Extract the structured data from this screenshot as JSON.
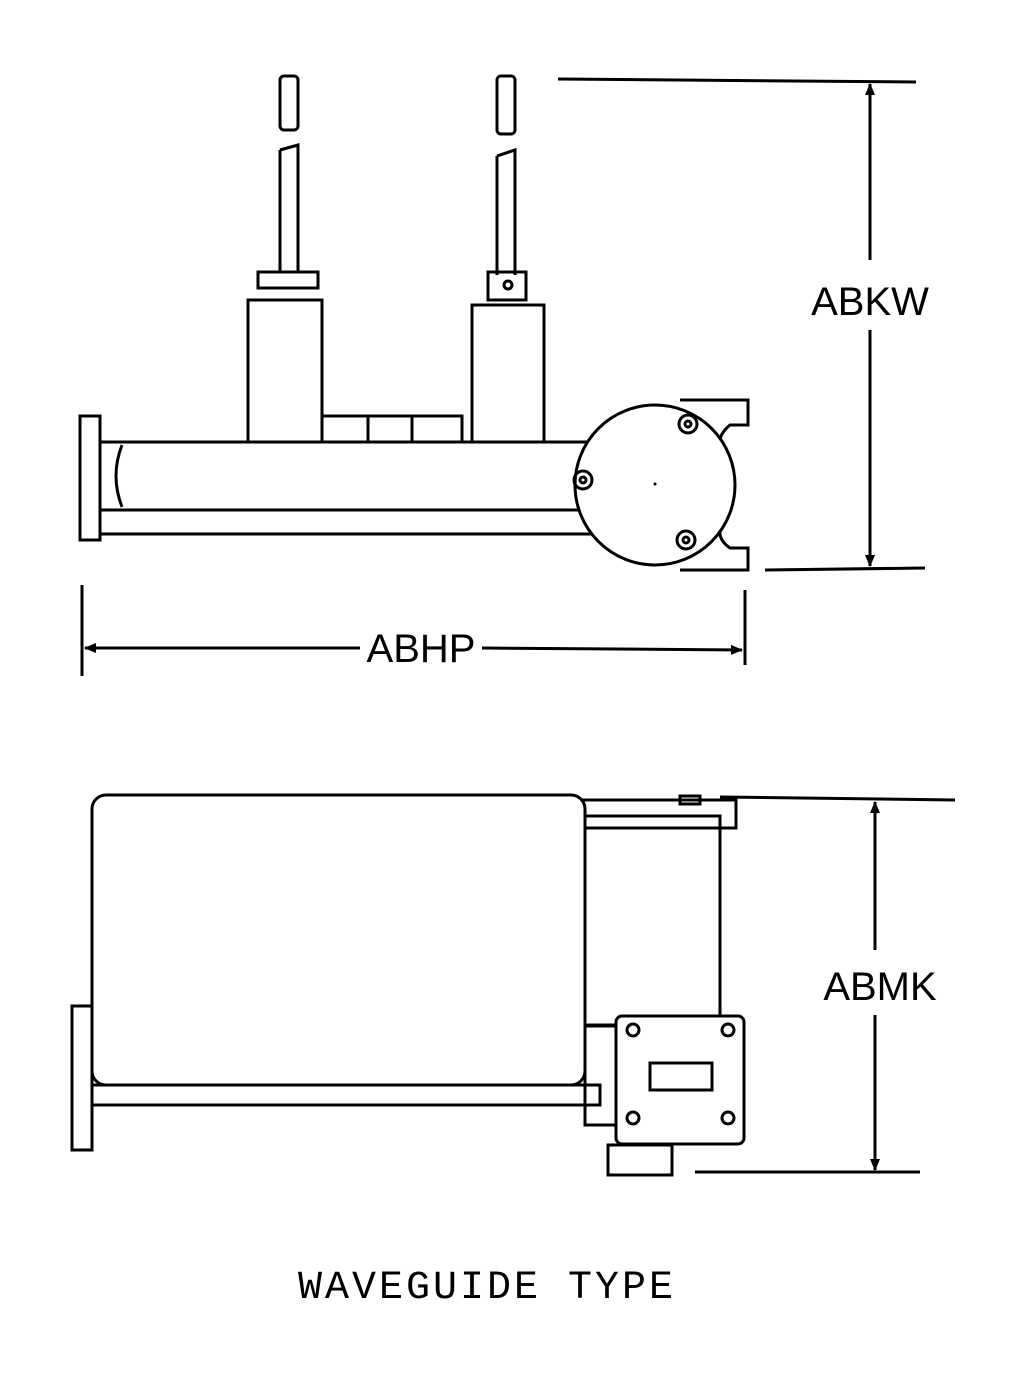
{
  "title": "WAVEGUIDE TYPE",
  "dimensions": {
    "height_top_view": "ABKW",
    "length_top_view": "ABHP",
    "height_bottom_view": "ABMK"
  }
}
